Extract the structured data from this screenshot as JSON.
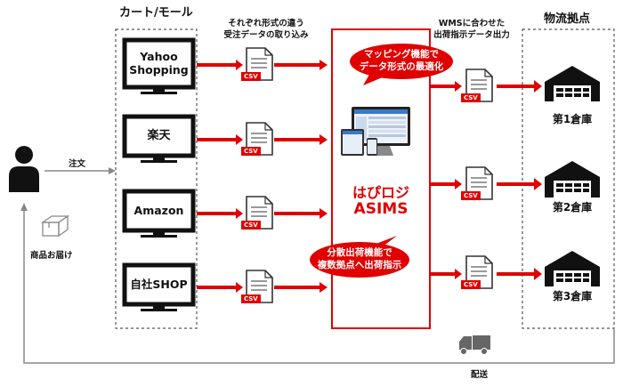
{
  "headers": {
    "cart_mall": "カート/モール",
    "format_line1": "それぞれ形式の違う",
    "format_line2": "受注データの取り込み",
    "wms_line1": "WMSに合わせた",
    "wms_line2": "出荷指示データ出力",
    "logistics": "物流拠点"
  },
  "customer": {
    "order": "注文",
    "delivery": "商品お届け",
    "shipping": "配送"
  },
  "shops": [
    {
      "line1": "Yahoo",
      "line2": "Shopping"
    },
    {
      "line1": "楽天",
      "line2": ""
    },
    {
      "line1": "Amazon",
      "line2": ""
    },
    {
      "line1": "自社SHOP",
      "line2": ""
    }
  ],
  "csv_label": "CSV",
  "center": {
    "bubble1_line1": "マッピング機能で",
    "bubble1_line2": "データ形式の最適化",
    "brand_line1": "はぴロジ",
    "brand_line2": "ASIMS",
    "bubble2_line1": "分散出荷機能で",
    "bubble2_line2": "複数拠点へ出荷指示"
  },
  "warehouses": [
    "第1倉庫",
    "第2倉庫",
    "第3倉庫"
  ],
  "colors": {
    "accent": "#e00000",
    "dark": "#111111",
    "gray": "#8a8a8a"
  }
}
